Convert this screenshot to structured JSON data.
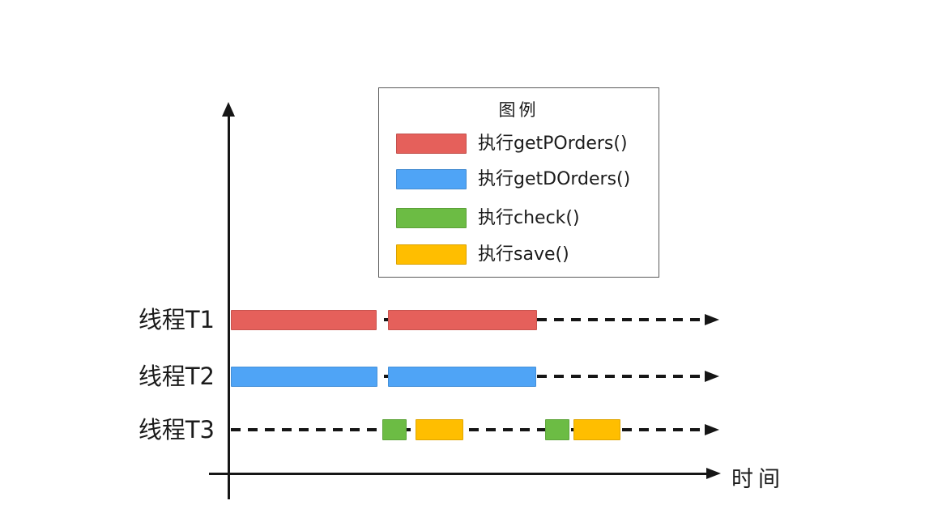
{
  "colors": {
    "red": "#E5605B",
    "blue": "#4FA4F6",
    "green": "#6CBC44",
    "yellow": "#FFBE00",
    "line": "#161616"
  },
  "legend": {
    "title": "图例",
    "items": [
      {
        "label": "执行getPOrders()",
        "color": "#E5605B"
      },
      {
        "label": "执行getDOrders()",
        "color": "#4FA4F6"
      },
      {
        "label": "执行check()",
        "color": "#6CBC44"
      },
      {
        "label": "执行save()",
        "color": "#FFBE00"
      }
    ]
  },
  "axes": {
    "x_label": "时间"
  },
  "rows": [
    {
      "label": "线程T1",
      "bars": [
        {
          "color": "#E5605B"
        },
        {
          "color": "#E5605B"
        }
      ]
    },
    {
      "label": "线程T2",
      "bars": [
        {
          "color": "#4FA4F6"
        },
        {
          "color": "#4FA4F6"
        }
      ]
    },
    {
      "label": "线程T3",
      "bars": [
        {
          "color": "#6CBC44"
        },
        {
          "color": "#FFBE00"
        },
        {
          "color": "#6CBC44"
        },
        {
          "color": "#FFBE00"
        }
      ]
    }
  ]
}
